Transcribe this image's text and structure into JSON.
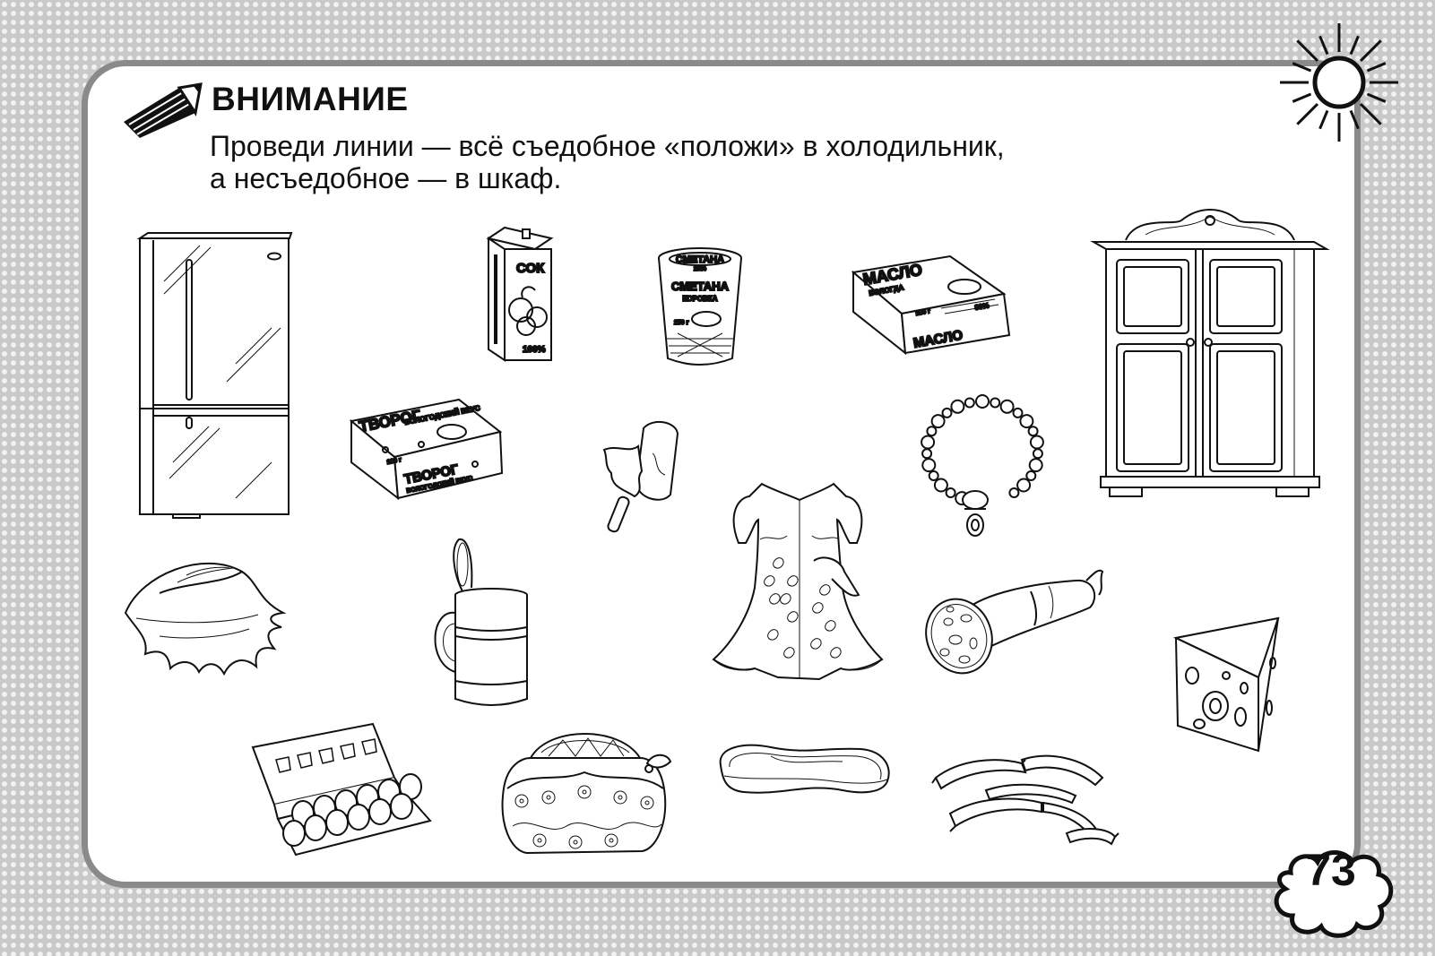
{
  "header": {
    "heading": "ВНИМАНИЕ",
    "instructions": [
      "Проведи линии — всё съедобное «положи» в холодильник,",
      "а несъедобное — в шкаф."
    ]
  },
  "page_number": "73",
  "illustrations": {
    "juice_label": "СОК",
    "juice_percent": "100%",
    "sour_cream_label": "СМЕТАНА",
    "sour_cream_brand": "КОРОВКА",
    "sour_cream_fat": "20%",
    "sour_cream_weight": "250 г",
    "butter_label": "МАСЛО",
    "butter_brand": "ВОЛОГДА",
    "butter_weight": "180 г",
    "butter_fat": "80%",
    "cottage_cheese_label": "ТВОРОГ",
    "cottage_cheese_taste": "ВОЛОГОДСКИЙ ВКУС",
    "cottage_cheese_weight": "180 г"
  },
  "colors": {
    "ink": "#111111",
    "panel": "#ffffff",
    "frame": "#8a8a8a",
    "dots": "#c9c9c9"
  }
}
